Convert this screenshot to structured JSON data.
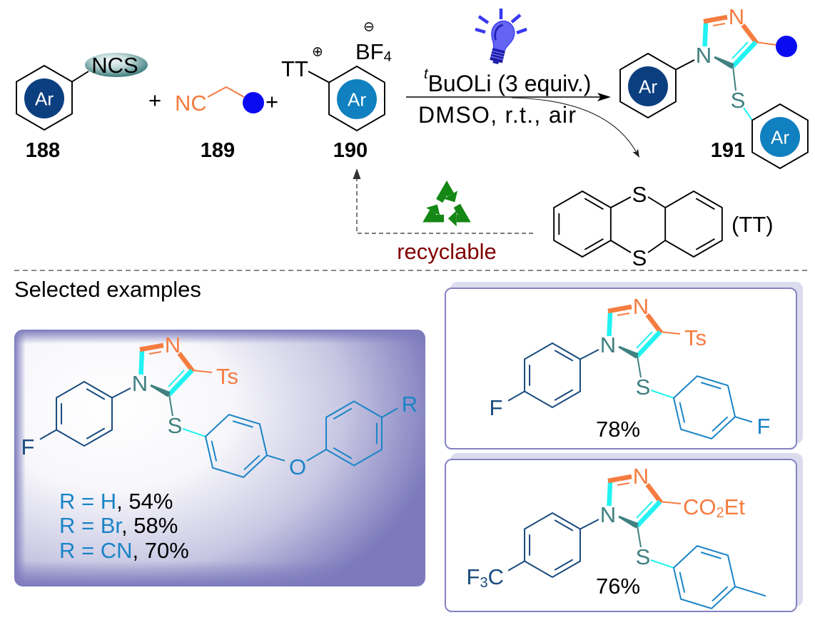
{
  "colors": {
    "ar_dark": "#0B3F80",
    "ar_light": "#1080C0",
    "aryl_navy": "#194B7D",
    "aryl_blue": "#1A84C6",
    "isocyanide_orange": "#F57C40",
    "imidazole_cyan": "#22F2F2",
    "imidazole_teal": "#408080",
    "substituent_dot": "#0B0BF2",
    "ncs_tag_teal": "#3D7B7B",
    "light_bulb": "#3838F0",
    "recycle_green": "#148714",
    "recyclable_text": "#800000",
    "example_box_purple": "#7C7ABC",
    "example_box_border": "#8482C2",
    "example_box_shadow": "#DCDCEE"
  },
  "scheme": {
    "reactant_188": {
      "ring_label": "Ar",
      "group": "NCS",
      "number": "188"
    },
    "plus_1": "+",
    "reactant_189": {
      "group": "NC",
      "number": "189"
    },
    "plus_2": "+",
    "reactant_190": {
      "sulfonium": "TT",
      "cation_charge": "⊕",
      "ring_label": "Ar",
      "anion_charge": "⊖",
      "counterion": "BF",
      "counterion_subscript": "4",
      "number": "190"
    },
    "conditions": {
      "icon": "light-bulb-icon",
      "reagent_superscript": "t",
      "reagent": "BuOLi (3 equiv.)",
      "solvent_and_conditions": "DMSO, r.t., air"
    },
    "product_191": {
      "ring_label_n": "Ar",
      "ring_label_s": "Ar",
      "atom_n1": "N",
      "atom_n3": "N",
      "atom_s": "S",
      "number": "191"
    },
    "byproduct_tt": {
      "atom_s_top": "S",
      "atom_s_bottom": "S",
      "label": "(TT)"
    },
    "recycling": {
      "icon": "recycle-icon",
      "label": "recyclable"
    }
  },
  "examples": {
    "title": "Selected examples",
    "diaryl_ether_card": {
      "atoms": {
        "aryl_para": "F",
        "n1": "N",
        "n3": "N",
        "c4_group": "Ts",
        "s": "S",
        "ether_o": "O",
        "r_group": "R"
      },
      "variants": [
        {
          "substituent": "R = H",
          "separator": ", ",
          "yield": "54%"
        },
        {
          "substituent": "R = Br",
          "separator": ", ",
          "yield": "58%"
        },
        {
          "substituent": "R = CN",
          "separator": ", ",
          "yield": "70%"
        }
      ]
    },
    "fluoro_card": {
      "atoms": {
        "aryl_para": "F",
        "n1": "N",
        "n3": "N",
        "c4_group": "Ts",
        "s": "S",
        "thioaryl_para": "F"
      },
      "yield": "78%"
    },
    "ester_card": {
      "atoms": {
        "aryl_para": {
          "pre": "F",
          "sub": "3",
          "post": "C"
        },
        "n1": "N",
        "n3": "N",
        "c4_group": {
          "pre": "CO",
          "sub": "2",
          "post": "Et"
        },
        "s": "S"
      },
      "yield": "76%"
    }
  }
}
